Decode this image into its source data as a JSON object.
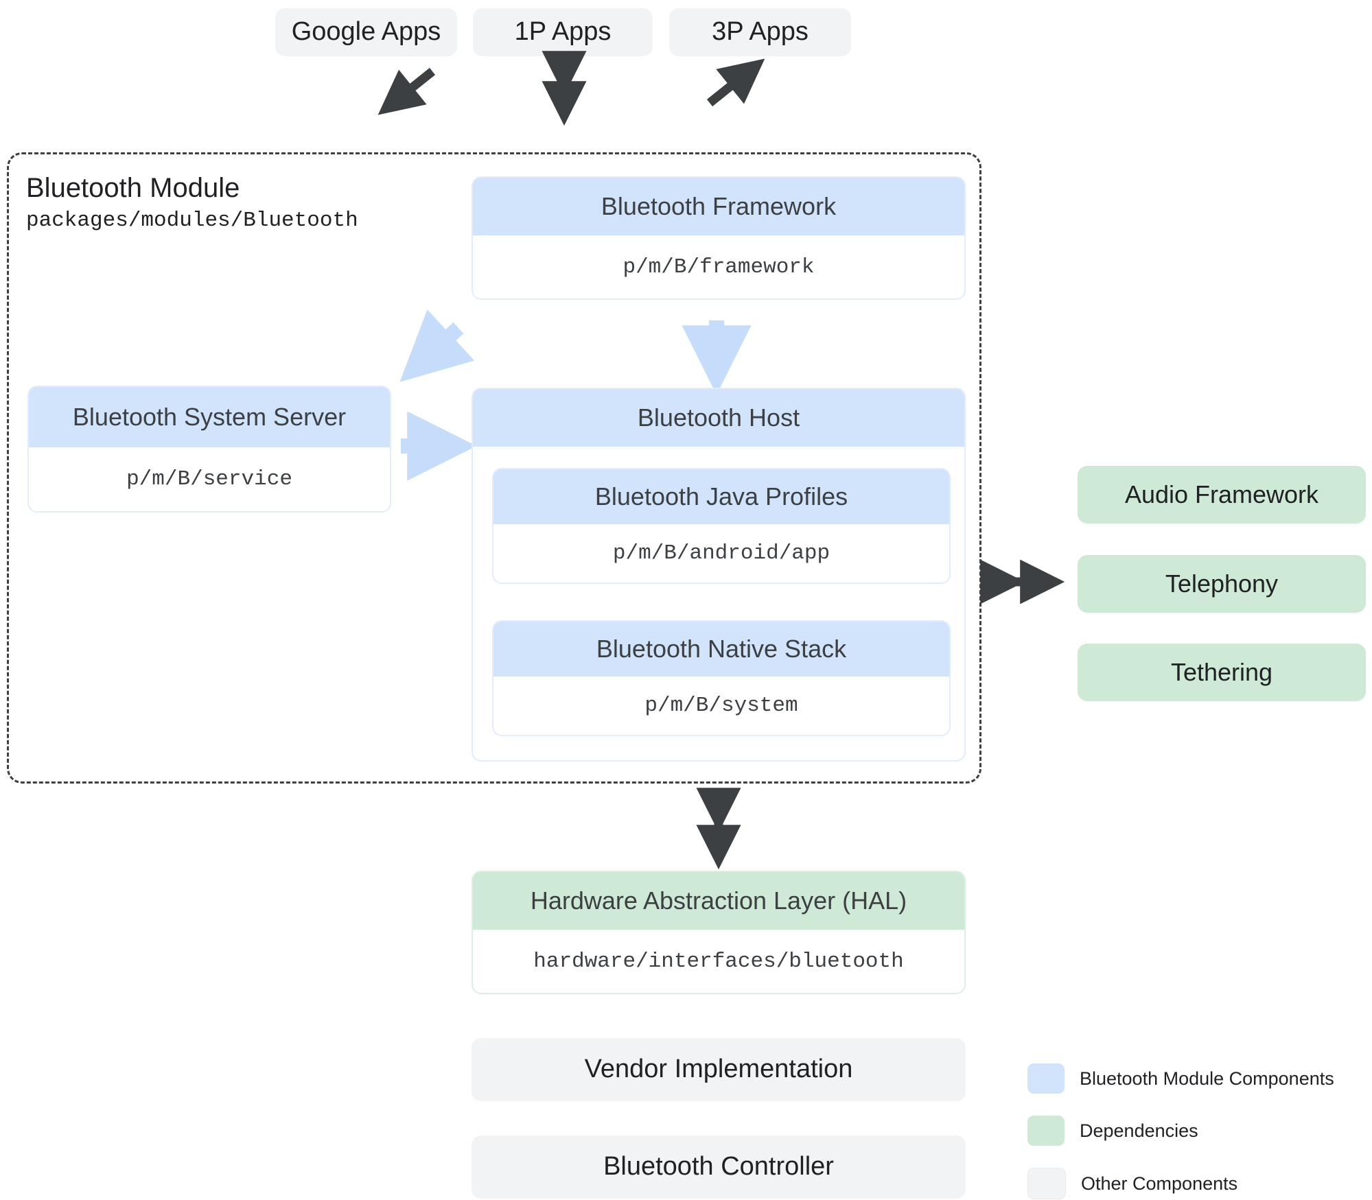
{
  "top_apps": [
    {
      "label": "Google Apps"
    },
    {
      "label": "1P Apps"
    },
    {
      "label": "3P Apps"
    }
  ],
  "module": {
    "title": "Bluetooth Module",
    "path": "packages/modules/Bluetooth"
  },
  "framework": {
    "title": "Bluetooth Framework",
    "path": "p/m/B/framework"
  },
  "system_server": {
    "title": "Bluetooth System Server",
    "path": "p/m/B/service"
  },
  "host": {
    "title": "Bluetooth Host",
    "children": [
      {
        "title": "Bluetooth Java Profiles",
        "path": "p/m/B/android/app"
      },
      {
        "title": "Bluetooth Native Stack",
        "path": "p/m/B/system"
      }
    ]
  },
  "dependencies": [
    {
      "label": "Audio Framework"
    },
    {
      "label": "Telephony"
    },
    {
      "label": "Tethering"
    }
  ],
  "hal": {
    "title": "Hardware Abstraction Layer (HAL)",
    "path": "hardware/interfaces/bluetooth"
  },
  "bottom_boxes": [
    {
      "label": "Vendor Implementation"
    },
    {
      "label": "Bluetooth Controller"
    }
  ],
  "legend": {
    "items": [
      {
        "label": "Bluetooth Module Components",
        "color": "#d2e3fc"
      },
      {
        "label": "Dependencies",
        "color": "#cee9d5"
      },
      {
        "label": "Other Components",
        "color": "#f1f3f4"
      }
    ]
  },
  "colors": {
    "module_blue": "#d2e3fc",
    "dependency_green": "#cee9d5",
    "other_grey": "#f1f3f4",
    "arrow_dark": "#3c4043",
    "arrow_light_blue": "#c6dcfb"
  }
}
